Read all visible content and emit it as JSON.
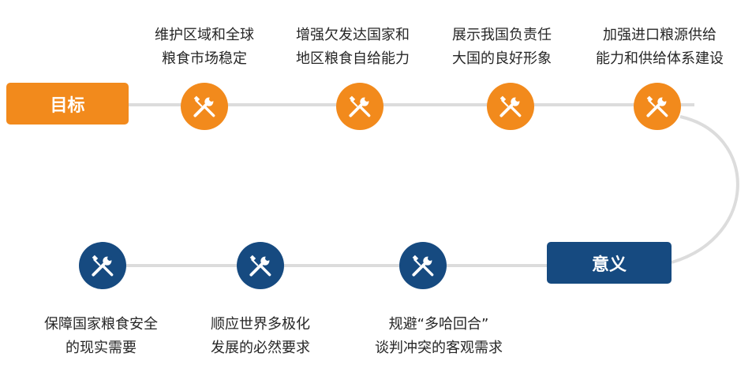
{
  "colors": {
    "goal_accent": "#f28a1c",
    "meaning_accent": "#164a80",
    "connector": "#dcdcdc",
    "text": "#262626"
  },
  "goal": {
    "label": "目标",
    "items": [
      {
        "text_line1": "维护区域和全球",
        "text_line2": "粮食市场稳定",
        "icon": "tools-icon"
      },
      {
        "text_line1": "增强欠发达国家和",
        "text_line2": "地区粮食自给能力",
        "icon": "tools-icon"
      },
      {
        "text_line1": "展示我国负责任",
        "text_line2": "大国的良好形象",
        "icon": "tools-icon"
      },
      {
        "text_line1": "加强进口粮源供给",
        "text_line2": "能力和供给体系建设",
        "icon": "tools-icon"
      }
    ]
  },
  "meaning": {
    "label": "意义",
    "items": [
      {
        "text_line1": "规避“多哈回合”",
        "text_line2": "谈判冲突的客观需求",
        "icon": "tools-icon"
      },
      {
        "text_line1": "顺应世界多极化",
        "text_line2": "发展的必然要求",
        "icon": "tools-icon"
      },
      {
        "text_line1": "保障国家粮食安全",
        "text_line2": "的现实需要",
        "icon": "tools-icon"
      }
    ]
  }
}
